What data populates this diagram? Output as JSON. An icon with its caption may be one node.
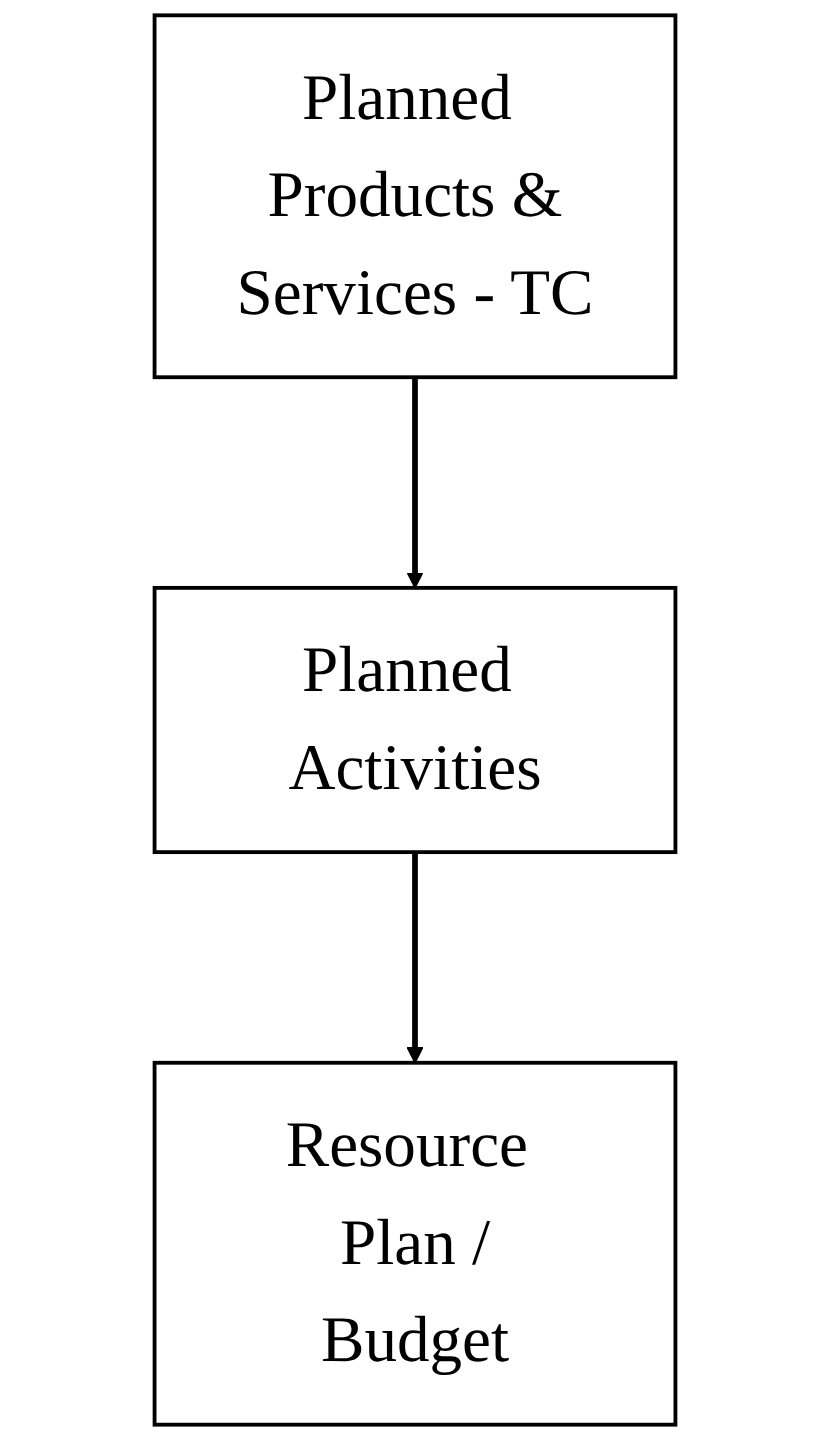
{
  "diagram": {
    "nodes": [
      {
        "text": [
          "Planned Products & Services - TC"
        ]
      },
      {
        "text": [
          "Planned Activities"
        ]
      },
      {
        "text": [
          "Resource Plan / Budget"
        ]
      }
    ],
    "edges": [
      {
        "from": 0,
        "to": 1,
        "arrow": "to"
      },
      {
        "from": 1,
        "to": 2,
        "arrow": "to"
      }
    ]
  }
}
